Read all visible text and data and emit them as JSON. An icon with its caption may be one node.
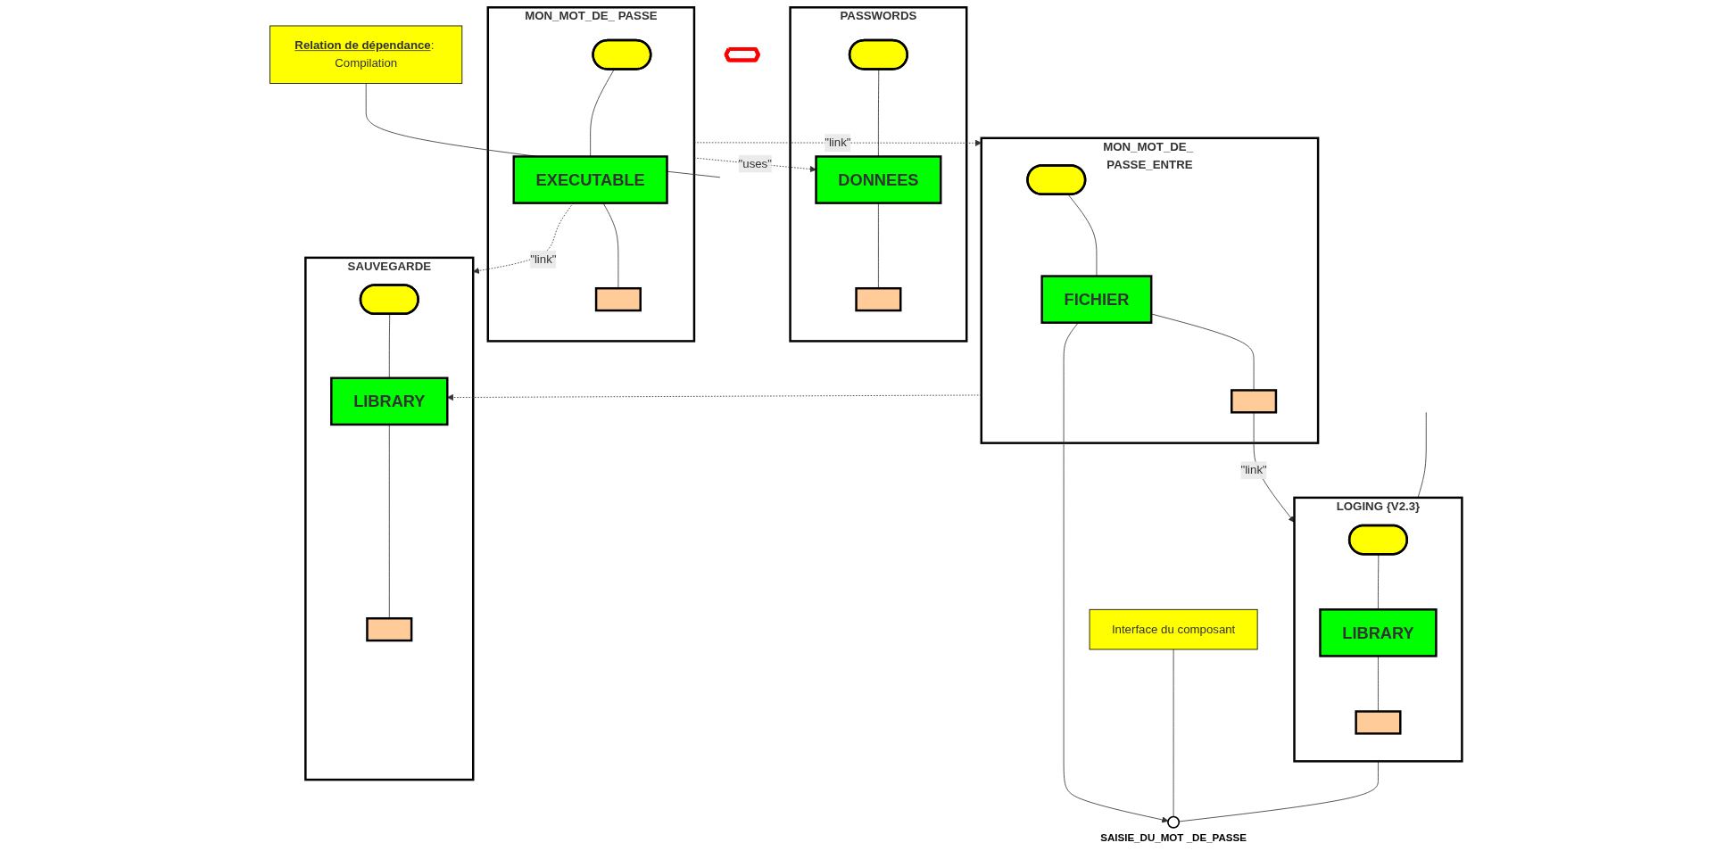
{
  "diagram": {
    "nodes": [
      {
        "text": [
          "PASSWORDS"
        ]
      },
      {
        "text": [],
        "shape": "ellipse",
        "in": 0
      },
      {
        "text": [
          "DONNEES"
        ],
        "in": 0
      },
      {
        "text": [],
        "shape": "box",
        "in": 0
      },
      {
        "text": [
          "MON_MOT_DE_ PASSE"
        ]
      },
      {
        "text": [],
        "shape": "ellipse",
        "in": 4
      },
      {
        "text": [
          "EXECUTABLE"
        ],
        "in": 4
      },
      {
        "text": [],
        "shape": "box",
        "in": 4
      },
      {
        "text": [
          "Interface du composant"
        ]
      },
      {
        "text": [
          "MON_MOT_DE_ PASSE_ENTRE"
        ]
      },
      {
        "text": [],
        "shape": "ellipse",
        "in": 9
      },
      {
        "text": [
          "FICHIER"
        ],
        "in": 9
      },
      {
        "text": [],
        "shape": "box",
        "in": 9
      },
      {
        "text": [
          "LOGING {V2.3}"
        ]
      },
      {
        "text": [],
        "shape": "ellipse",
        "in": 13
      },
      {
        "text": [
          "LIBRARY"
        ],
        "in": 13
      },
      {
        "text": [],
        "shape": "box",
        "in": 13
      },
      {
        "text": [],
        "shape": "circle",
        "beside": [
          "SAISIE_DU_MOT _DE_PASSE"
        ]
      },
      {
        "text": [
          "SAUVEGARDE"
        ]
      },
      {
        "text": [],
        "shape": "ellipse",
        "in": 18
      },
      {
        "text": [
          "LIBRARY"
        ],
        "in": 18
      },
      {
        "text": [],
        "shape": "box",
        "in": 18
      },
      {
        "text": [
          "**Relation de dépendance**: Compilation"
        ]
      },
      {
        "text": [],
        "shape": "octagon"
      }
    ],
    "edges": [
      {
        "from": 4,
        "to": 2,
        "arrow": "to",
        "label": "\"uses\"",
        "style": "dashed"
      },
      {
        "from": 4,
        "to": 9,
        "arrow": "to",
        "label": "\"link\"",
        "style": "dashed"
      },
      {
        "from": 6,
        "to": 18,
        "arrow": "to",
        "label": "\"link\"",
        "style": "dashed"
      },
      {
        "from": 9,
        "to": 20,
        "arrow": "to",
        "style": "dashed"
      },
      {
        "from": 11,
        "to": 17,
        "arrow": "to"
      },
      {
        "from": 13,
        "to": 17,
        "arrow": "none"
      },
      {
        "from": 12,
        "to": 13,
        "arrow": "to",
        "label": "\"link\""
      },
      {
        "from": 8,
        "to": 17,
        "arrow": "none"
      },
      {
        "from": 22,
        "to": null,
        "arrow": "none"
      },
      {
        "from": null,
        "to": 13,
        "arrow": "none"
      },
      {
        "from": 1,
        "to": 2,
        "arrow": "none"
      },
      {
        "from": 2,
        "to": 3,
        "arrow": "none"
      },
      {
        "from": 5,
        "to": 6,
        "arrow": "none"
      },
      {
        "from": 6,
        "to": 7,
        "arrow": "none"
      },
      {
        "from": 10,
        "to": 11,
        "arrow": "none"
      },
      {
        "from": 11,
        "to": 12,
        "arrow": "none"
      },
      {
        "from": 14,
        "to": 15,
        "arrow": "none"
      },
      {
        "from": 15,
        "to": 16,
        "arrow": "none"
      },
      {
        "from": 19,
        "to": 20,
        "arrow": "none"
      },
      {
        "from": 20,
        "to": 21,
        "arrow": "none"
      }
    ]
  }
}
